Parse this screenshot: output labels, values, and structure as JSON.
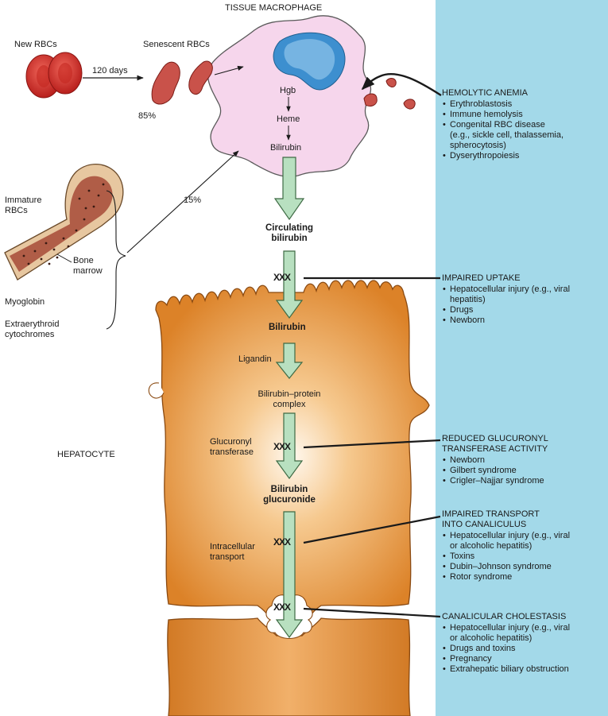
{
  "title_macrophage": "TISSUE MACROPHAGE",
  "new_rbcs": "New RBCs",
  "days": "120 days",
  "senescent_rbcs": "Senescent RBCs",
  "pct_85": "85%",
  "pct_15": "15%",
  "hgb": "Hgb",
  "heme": "Heme",
  "bilirubin_mac": "Bilirubin",
  "immature_rbcs": [
    "Immature",
    "RBCs"
  ],
  "bone_marrow": [
    "Bone",
    "marrow"
  ],
  "myoglobin": "Myoglobin",
  "extraerythroid": [
    "Extraerythroid",
    "cytochromes"
  ],
  "circulating": [
    "Circulating",
    "bilirubin"
  ],
  "hepatocyte": "HEPATOCYTE",
  "bilirubin_hep": "Bilirubin",
  "ligandin": "Ligandin",
  "complex": [
    "Bilirubin–protein",
    "complex"
  ],
  "glucuronyl": [
    "Glucuronyl",
    "transferase"
  ],
  "glucuronide": [
    "Bilirubin",
    "glucuronide"
  ],
  "intracellular": [
    "Intracellular",
    "transport"
  ],
  "blocks": [
    {
      "title": [
        "HEMOLYTIC ANEMIA"
      ],
      "items": [
        {
          "text": "Erythroblastosis",
          "cont": false
        },
        {
          "text": "Immune hemolysis",
          "cont": false
        },
        {
          "text": "Congenital RBC disease",
          "cont": false
        },
        {
          "text": "(e.g., sickle cell, thalassemia,",
          "cont": true
        },
        {
          "text": "spherocytosis)",
          "cont": true
        },
        {
          "text": "Dyserythropoiesis",
          "cont": false
        }
      ]
    },
    {
      "title": [
        "IMPAIRED UPTAKE"
      ],
      "items": [
        {
          "text": "Hepatocellular injury (e.g., viral",
          "cont": false
        },
        {
          "text": "hepatitis)",
          "cont": true
        },
        {
          "text": "Drugs",
          "cont": false
        },
        {
          "text": "Newborn",
          "cont": false
        }
      ]
    },
    {
      "title": [
        "REDUCED GLUCURONYL",
        "TRANSFERASE ACTIVITY"
      ],
      "items": [
        {
          "text": "Newborn",
          "cont": false
        },
        {
          "text": "Gilbert syndrome",
          "cont": false
        },
        {
          "text": "Crigler–Najjar syndrome",
          "cont": false
        }
      ]
    },
    {
      "title": [
        "IMPAIRED TRANSPORT",
        "INTO CANALICULUS"
      ],
      "items": [
        {
          "text": "Hepatocellular injury (e.g., viral",
          "cont": false
        },
        {
          "text": "or alcoholic hepatitis)",
          "cont": true
        },
        {
          "text": "Toxins",
          "cont": false
        },
        {
          "text": "Dubin–Johnson syndrome",
          "cont": false
        },
        {
          "text": "Rotor syndrome",
          "cont": false
        }
      ]
    },
    {
      "title": [
        "CANALICULAR CHOLESTASIS"
      ],
      "items": [
        {
          "text": "Hepatocellular injury (e.g., viral",
          "cont": false
        },
        {
          "text": "or alcoholic hepatitis)",
          "cont": true
        },
        {
          "text": "Drugs and toxins",
          "cont": false
        },
        {
          "text": "Pregnancy",
          "cont": false
        },
        {
          "text": "Extrahepatic biliary obstruction",
          "cont": false
        }
      ]
    }
  ],
  "colors": {
    "panel": "#a3d9e9",
    "macrophage": "#f6d6ec",
    "nucleus": "#3d8fcf",
    "hepatocyte_edge": "#e08a2c",
    "hepatocyte_center": "#fff6ea",
    "arrow": "#b8e0c0",
    "rbc": "#d3302a"
  }
}
